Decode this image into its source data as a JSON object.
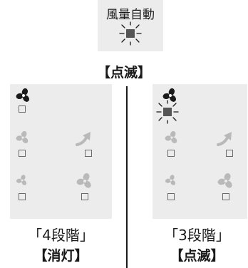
{
  "top": {
    "title": "風量自動",
    "status": "【点滅】"
  },
  "left_panel": {
    "caption_line1": "「4段階」",
    "caption_line2": "【消灯】"
  },
  "right_panel": {
    "caption_line1": "「3段階」",
    "caption_line2": "【点滅】"
  },
  "colors": {
    "panel_bg": "#ececec",
    "lit": "#1a1a1a",
    "dim": "#b9b9b9",
    "box_border": "#6a6a6a"
  },
  "icons": {
    "fan_large": "fan-icon",
    "fan_medium": "fan-icon",
    "fan_small": "fan-icon",
    "arrow_powerful": "arrow-up-icon",
    "blink_rays": "blink-rays-icon"
  }
}
